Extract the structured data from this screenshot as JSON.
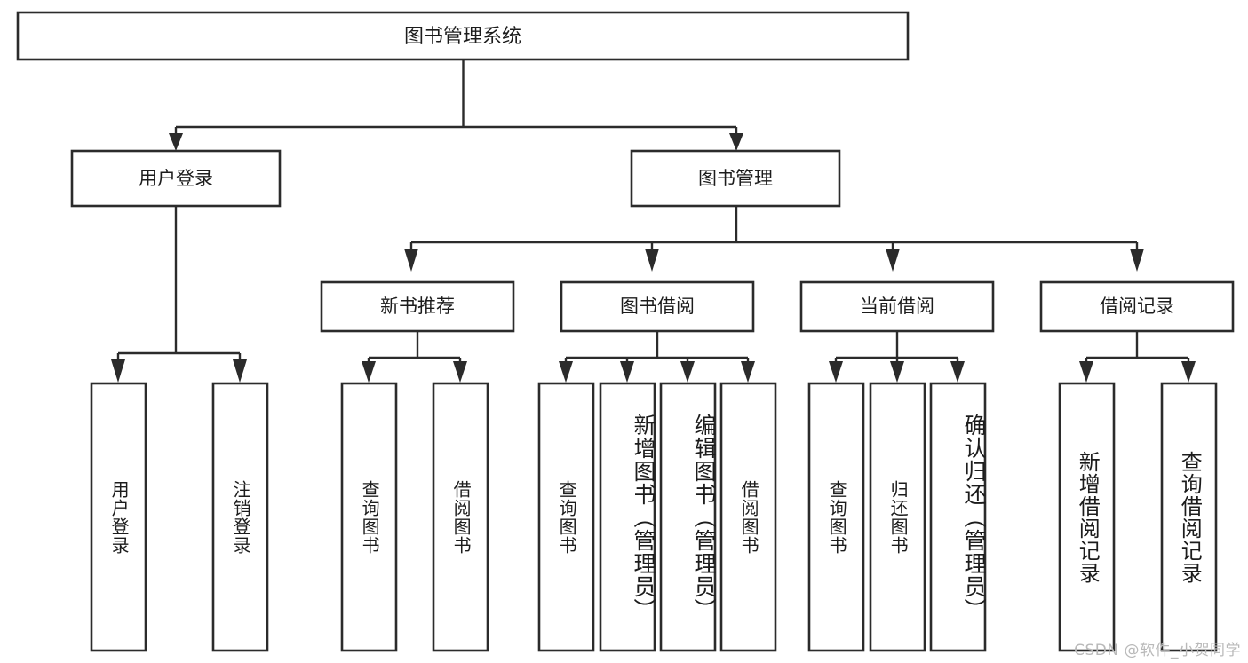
{
  "diagram": {
    "type": "tree-hierarchy-chart",
    "title": "图书管理系统",
    "orientation": "top-down",
    "colors": {
      "box_stroke": "#2b2b2b",
      "box_fill": "#ffffff",
      "connector": "#2b2b2b",
      "text": "#1c1c1c",
      "background": "#ffffff",
      "watermark": "#b9b9b9"
    },
    "root": {
      "id": "root",
      "label": "图书管理系统"
    },
    "level2": [
      {
        "id": "user-login",
        "label": "用户登录"
      },
      {
        "id": "book-manage",
        "label": "图书管理"
      }
    ],
    "level3": [
      {
        "id": "new-book-recommend",
        "label": "新书推荐",
        "parent": "book-manage"
      },
      {
        "id": "book-borrow",
        "label": "图书借阅",
        "parent": "book-manage"
      },
      {
        "id": "current-borrow",
        "label": "当前借阅",
        "parent": "book-manage"
      },
      {
        "id": "borrow-record",
        "label": "借阅记录",
        "parent": "book-manage"
      }
    ],
    "leaves": [
      {
        "id": "leaf-user-login",
        "label": "用户登录",
        "parent": "user-login"
      },
      {
        "id": "leaf-logout-login",
        "label": "注销登录",
        "parent": "user-login"
      },
      {
        "id": "leaf-query-book-1",
        "label": "查询图书",
        "parent": "new-book-recommend"
      },
      {
        "id": "leaf-borrow-book-1",
        "label": "借阅图书",
        "parent": "new-book-recommend"
      },
      {
        "id": "leaf-query-book-2",
        "label": "查询图书",
        "parent": "book-borrow"
      },
      {
        "id": "leaf-add-book",
        "label": "新增图书（管理员）",
        "parent": "book-borrow"
      },
      {
        "id": "leaf-edit-book",
        "label": "编辑图书（管理员）",
        "parent": "book-borrow"
      },
      {
        "id": "leaf-borrow-book-2",
        "label": "借阅图书",
        "parent": "book-borrow"
      },
      {
        "id": "leaf-query-book-3",
        "label": "查询图书",
        "parent": "current-borrow"
      },
      {
        "id": "leaf-return-book",
        "label": "归还图书",
        "parent": "current-borrow"
      },
      {
        "id": "leaf-confirm-return",
        "label": "确认归还（管理员）",
        "parent": "current-borrow"
      },
      {
        "id": "leaf-add-record",
        "label": "新增借阅记录",
        "parent": "borrow-record"
      },
      {
        "id": "leaf-query-record",
        "label": "查询借阅记录",
        "parent": "borrow-record"
      }
    ],
    "watermark": "CSDN @软件_小贺同学"
  }
}
